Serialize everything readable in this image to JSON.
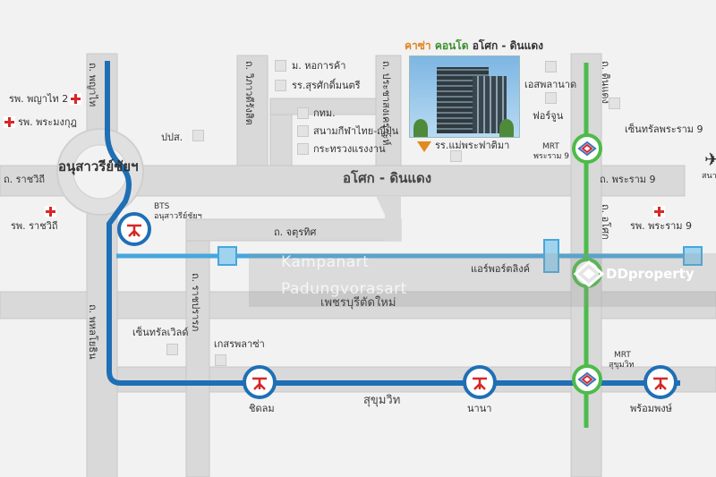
{
  "project": {
    "title_part1": "คาซ่า",
    "title_part2": "คอนโด",
    "title_part3": "อโศก - ดินแดง"
  },
  "roads": {
    "phahon": "ถ. พหลโยธิน",
    "phayathai": "ถ. พญาไท",
    "ratchawithi": "ถ. ราชวิถี",
    "vibhavadi": "ถ. วิภาวดีรังสิต",
    "pracharat": "ถ. ประชาสงเคราะห์",
    "asok_dindaeng": "อโศก - ดินแดง",
    "chaturathit": "ถ. จตุรทิศ",
    "ratchaprarop": "ถ. ราชปรารภ",
    "phetchaburi": "เพชรบุรีตัดใหม่",
    "sukhumvit": "สุขุมวิท",
    "rama9_road": "ถ. พระราม 9",
    "asok_road": "ถ. อโศก",
    "din_daeng": "ถ. ดินแดง"
  },
  "landmarks": {
    "victory_monument": "อนุสาวรีย์ชัยฯ",
    "phyathai2": "รพ. พญาไท 2",
    "phramongkut": "รพ. พระมงกุฎ",
    "pol": "ปปส.",
    "ratchawithi_hosp": "รพ. ราชวิถี",
    "uthcc": "ม. หอการค้า",
    "sukhumwit_school": "รร.สุรศักดิ์มนตรี",
    "tot": "กทม.",
    "thai_japan": "สนามกีฬาไทย-ญี่ปุ่น",
    "labor": "กระทรวงแรงงาน",
    "mae_school": "รร.แม่พระฟาติมา",
    "esplanade": "เอสพลานาด",
    "fortune": "ฟอร์จูน",
    "central_rama9": "เซ็นทรัลพระราม 9",
    "rama9_hosp": "รพ. พระราม 9",
    "central_world": "เซ็นทรัลเวิลด์",
    "gaysorn": "เกสรพลาซ่า",
    "suvarnabhumi": "สนามบินสุวรรณภูมิ",
    "airport_link_label": "แอร์พอร์ตลิงค์"
  },
  "stations": {
    "bts_victory_line1": "BTS",
    "bts_victory_line2": "อนุสาวรีย์ชัยฯ",
    "mrt_rama9_line1": "MRT",
    "mrt_rama9_line2": "พระราม 9",
    "mrt_sukhumvit_line1": "MRT",
    "mrt_sukhumvit_line2": "สุขุมวิท",
    "chidlom": "ชิดลม",
    "nana": "นานา",
    "phrom_phong": "พร้อมพงษ์"
  },
  "watermark": {
    "line1": "Kampanart",
    "line2": "Padungvorasart",
    "brand": "DDproperty"
  },
  "colors": {
    "bts": "#1f6fb5",
    "airport_link": "#46a7dd",
    "mrt": "#4dbb4a",
    "accent": "#e0821e",
    "road": "#d9d9d9"
  }
}
